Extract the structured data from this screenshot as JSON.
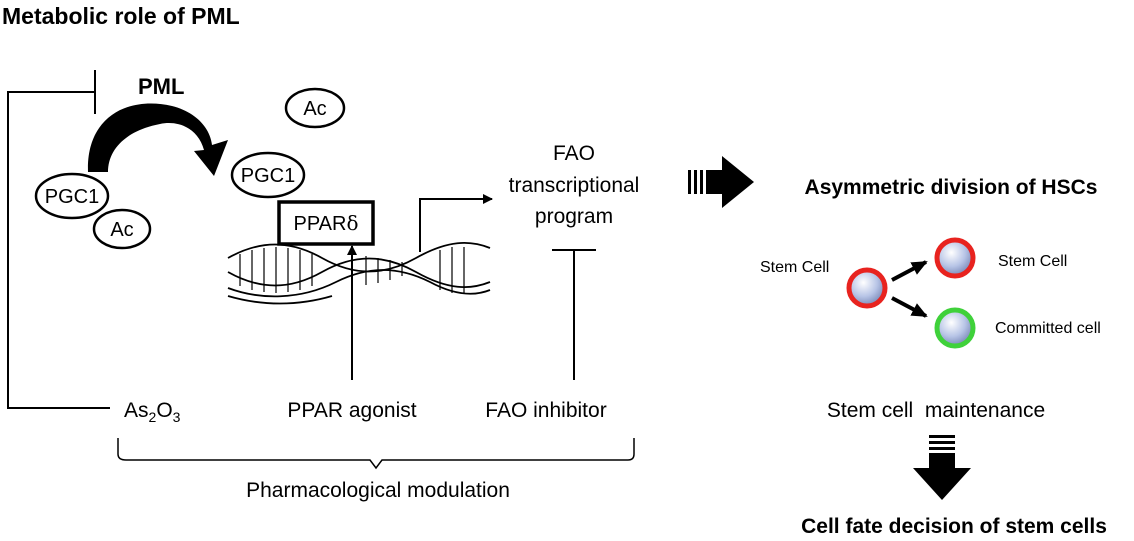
{
  "title": "Metabolic role of PML",
  "pml": {
    "label": "PML"
  },
  "molecules": {
    "ac_top": "Ac",
    "ac_left": "Ac",
    "pgc1_left": "PGC1",
    "pgc1_right": "PGC1",
    "ppar_prefix": "PPAR",
    "ppar_delta": "δ"
  },
  "fao_program": {
    "line1": "FAO",
    "line2": "transcriptional",
    "line3": "program"
  },
  "modulators": {
    "as2o3": {
      "base": "As",
      "sub1": "2",
      "mid": "O",
      "sub2": "3"
    },
    "ppar_agonist": "PPAR agonist",
    "fao_inhibitor": "FAO inhibitor"
  },
  "pharmacological_modulation": "Pharmacological modulation",
  "asymmetric_division": "Asymmetric division of HSCs",
  "cells": {
    "parent_label": "Stem Cell",
    "daughter_stem_label": "Stem Cell",
    "committed_label": "Committed cell",
    "stem_color": "#e8231f",
    "committed_color": "#3fd13a"
  },
  "stem_cell_maintenance": "Stem cell  maintenance",
  "cell_fate": "Cell fate decision of stem cells"
}
